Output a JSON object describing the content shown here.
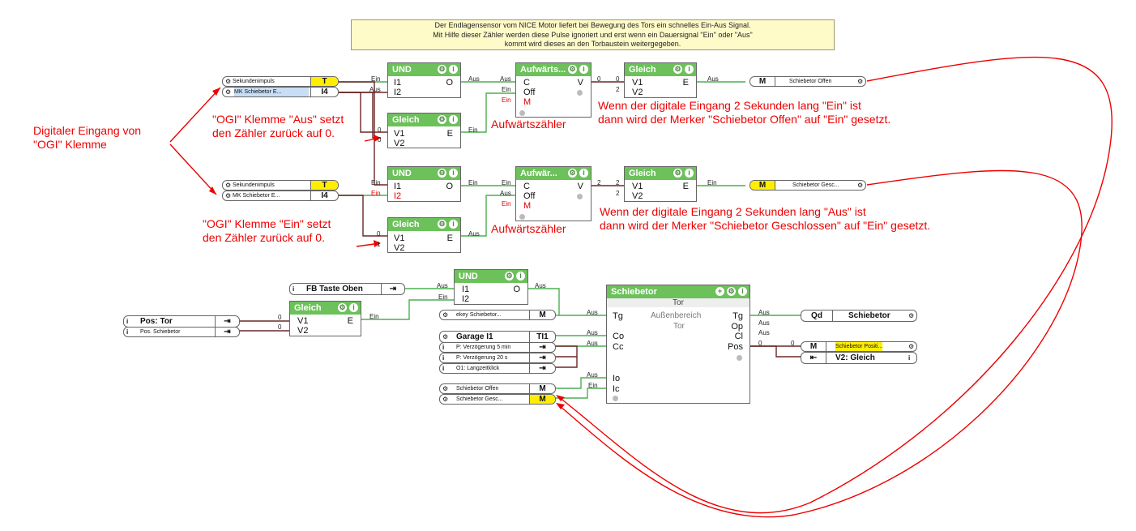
{
  "note": {
    "lines": [
      "Der Endlagensensor vom NICE Motor liefert bei Bewegung des Tors ein schnelles Ein-Aus Signal.",
      "Mit Hilfe dieser Zähler werden diese Pulse ignoriert und erst wenn ein Dauersignal \"Ein\" oder \"Aus\"",
      "kommt wird dieses an den Torbaustein weitergegeben."
    ]
  },
  "annotations": {
    "digital_input": [
      "Digitaler Eingang von",
      "\"OGI\" Klemme"
    ],
    "reset_aus": [
      "\"OGI\" Klemme \"Aus\" setzt",
      "den Zähler zurück auf 0."
    ],
    "reset_ein": [
      "\"OGI\" Klemme \"Ein\" setzt",
      "den Zähler zurück auf 0."
    ],
    "counter1": "Aufwärtszähler",
    "counter2": "Aufwärtszähler",
    "desc_open": [
      "Wenn der digitale Eingang 2 Sekunden lang \"Ein\" ist",
      "dann wird der Merker \"Schiebetor Offen\" auf \"Ein\" gesetzt."
    ],
    "desc_closed": [
      "Wenn der digitale Eingang 2 Sekunden lang \"Aus\" ist",
      "dann wird der Merker \"Schiebetor Geschlossen\" auf \"Ein\" gesetzt."
    ]
  },
  "inputs": {
    "sek1": {
      "label": "Sekundenimpuls",
      "tag": "T"
    },
    "mk1": {
      "label": "MK  Schiebetor  E...",
      "tag": "I4"
    },
    "sek2": {
      "label": "Sekundenimpuls",
      "tag": "T"
    },
    "mk2": {
      "label": "MK  Schiebetor  E...",
      "tag": "I4"
    },
    "fb": {
      "label": "FB Taste Oben"
    },
    "pos_tor": {
      "label": "Pos: Tor"
    },
    "pos_schiebetor": {
      "label": "Pos. Schiebetor"
    },
    "ekey": {
      "label": "ekey  Schiebetor...",
      "tag": "M"
    },
    "garage": {
      "label": "Garage I1",
      "tag": "TI1"
    },
    "verz5": {
      "label": "P: Verzögerung 5 min"
    },
    "verz20": {
      "label": "P: Verzögerung 20 s"
    },
    "langzeit": {
      "label": "O1: Langzeitklick"
    },
    "offen_in": {
      "label": "Schiebetor Offen",
      "tag": "M"
    },
    "gesc_in": {
      "label": "Schiebetor  Gesc...",
      "tag": "M"
    }
  },
  "outputs": {
    "offen": {
      "tag": "M",
      "label": "Schiebetor Offen"
    },
    "gesc": {
      "tag": "M",
      "label": "Schiebetor  Gesc..."
    },
    "qd": {
      "tag": "Qd",
      "label": "Schiebetor"
    },
    "posi": {
      "tag": "M",
      "label": "Schiebetor  Positi..."
    },
    "v2": {
      "label": "V2: Gleich"
    }
  },
  "blocks": {
    "und1": {
      "title": "UND",
      "in": [
        "I1",
        "I2"
      ],
      "out": [
        "O"
      ]
    },
    "gleich1": {
      "title": "Gleich",
      "in": [
        "V1",
        "V2"
      ],
      "out": [
        "E"
      ]
    },
    "auf1": {
      "title": "Aufwärts...",
      "in": [
        "C",
        "Off",
        "M"
      ],
      "out": [
        "V"
      ]
    },
    "gleich2": {
      "title": "Gleich",
      "in": [
        "V1",
        "V2"
      ],
      "out": [
        "E"
      ]
    },
    "und2": {
      "title": "UND",
      "in": [
        "I1",
        "I2"
      ],
      "out": [
        "O"
      ]
    },
    "gleich3": {
      "title": "Gleich",
      "in": [
        "V1",
        "V2"
      ],
      "out": [
        "E"
      ]
    },
    "auf2": {
      "title": "Aufwär...",
      "in": [
        "C",
        "Off",
        "M"
      ],
      "out": [
        "V"
      ]
    },
    "gleich4": {
      "title": "Gleich",
      "in": [
        "V1",
        "V2"
      ],
      "out": [
        "E"
      ]
    },
    "und3": {
      "title": "UND",
      "in": [
        "I1",
        "I2"
      ],
      "out": [
        "O"
      ]
    },
    "gleich5": {
      "title": "Gleich",
      "in": [
        "V1",
        "V2"
      ],
      "out": [
        "E"
      ]
    },
    "tor": {
      "title": "Schiebetor",
      "sub1": "Tor",
      "sub2": "Außenbereich",
      "sub3": "Tor",
      "in": [
        "Tg",
        "Co",
        "Cc",
        "Io",
        "Ic"
      ],
      "out": [
        "Tg",
        "Op",
        "Cl",
        "Pos"
      ]
    }
  },
  "wire_labels": {
    "ein": "Ein",
    "aus": "Aus",
    "zero": "0",
    "one": "1",
    "two": "2"
  },
  "colors": {
    "block_header": "#6cc15a",
    "annotation": "#e00000",
    "note_bg": "#fffbc9",
    "tag_yellow": "#ffee00",
    "tag_blue": "#c8def5",
    "wire_green": "#4caf50",
    "wire_dark": "#7a2a2a"
  }
}
